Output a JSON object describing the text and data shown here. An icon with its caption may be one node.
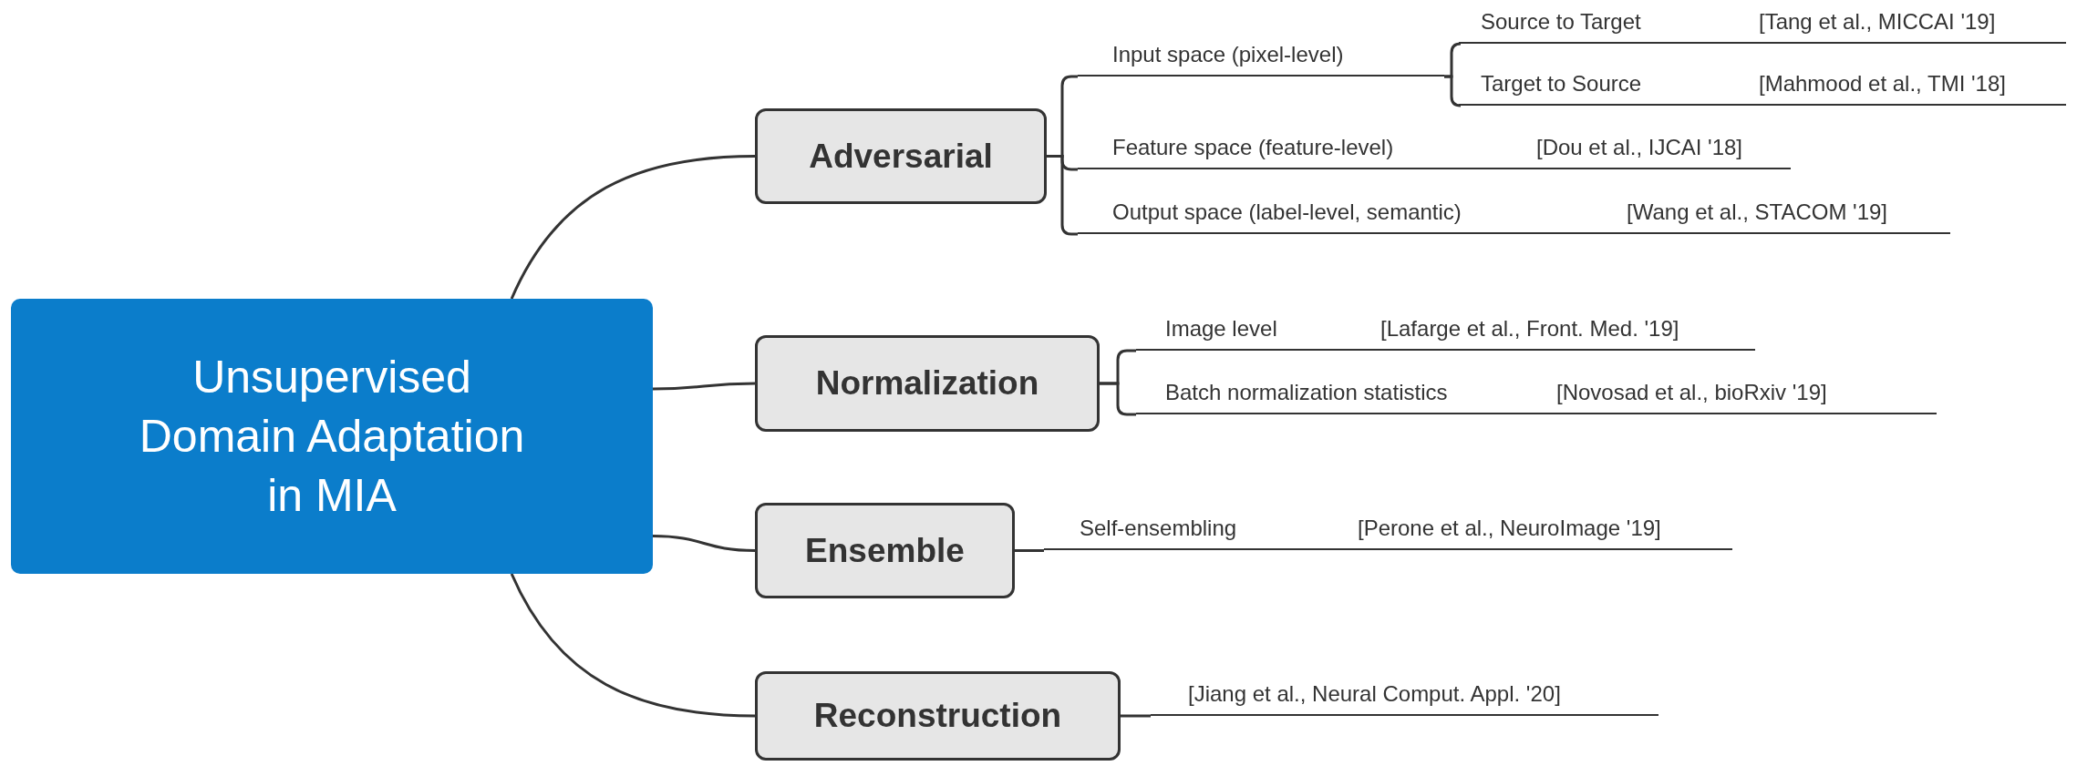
{
  "diagram": {
    "nodes": [
      {
        "text": [
          "Unsupervised Domain Adaptation in MIA"
        ]
      },
      {
        "text": [
          "Adversarial"
        ]
      },
      {
        "text": [
          "Input space (pixel-level)"
        ]
      },
      {
        "text": [
          "Source to Target",
          "[Tang et al., MICCAI '19]"
        ]
      },
      {
        "text": [
          "Target to Source",
          "[Mahmood et al., TMI '18]"
        ]
      },
      {
        "text": [
          "Feature space (feature-level)",
          "[Dou et al., IJCAI '18]"
        ]
      },
      {
        "text": [
          "Output space (label-level, semantic)",
          "[Wang et al., STACOM '19]"
        ]
      },
      {
        "text": [
          "Normalization"
        ]
      },
      {
        "text": [
          "Image level",
          "[Lafarge et al., Front. Med. '19]"
        ]
      },
      {
        "text": [
          "Batch normalization statistics",
          "[Novosad et al., bioRxiv '19]"
        ]
      },
      {
        "text": [
          "Ensemble"
        ]
      },
      {
        "text": [
          "Self-ensembling",
          "[Perone et al., NeuroImage '19]"
        ]
      },
      {
        "text": [
          "Reconstruction"
        ]
      },
      {
        "text": [
          "[Jiang et al., Neural Comput. Appl. '20]"
        ]
      }
    ],
    "edges": [
      {
        "from": 0,
        "to": 1,
        "arrow": "none"
      },
      {
        "from": 1,
        "to": 2,
        "arrow": "none"
      },
      {
        "from": 2,
        "to": 3,
        "arrow": "none"
      },
      {
        "from": 2,
        "to": 4,
        "arrow": "none"
      },
      {
        "from": 1,
        "to": 5,
        "arrow": "none"
      },
      {
        "from": 1,
        "to": 6,
        "arrow": "none"
      },
      {
        "from": 0,
        "to": 7,
        "arrow": "none"
      },
      {
        "from": 7,
        "to": 8,
        "arrow": "none"
      },
      {
        "from": 7,
        "to": 9,
        "arrow": "none"
      },
      {
        "from": 0,
        "to": 10,
        "arrow": "none"
      },
      {
        "from": 10,
        "to": 11,
        "arrow": "none"
      },
      {
        "from": 0,
        "to": 12,
        "arrow": "none"
      },
      {
        "from": 12,
        "to": 13,
        "arrow": "none"
      }
    ]
  }
}
